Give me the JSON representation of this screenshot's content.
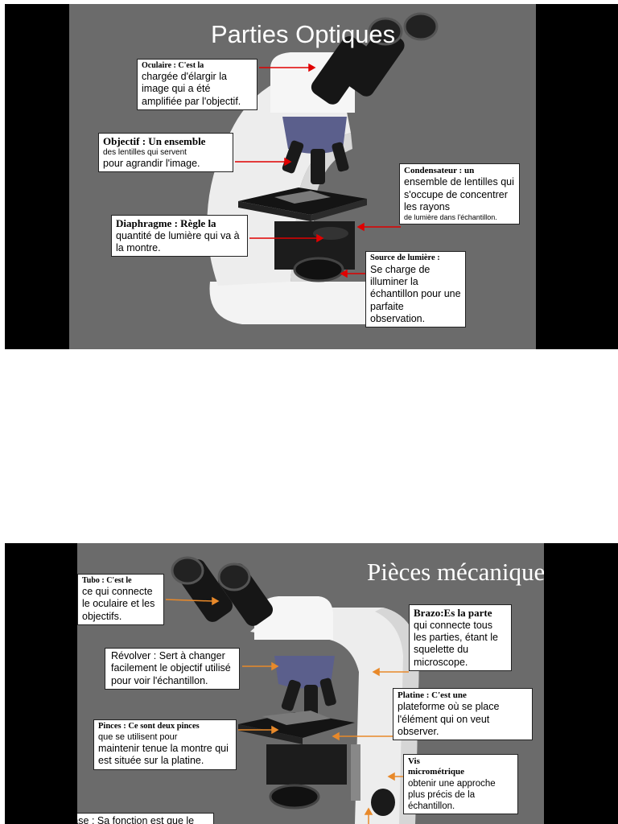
{
  "slide1": {
    "title": "Parties Optiques",
    "callouts": {
      "oculaire": {
        "head": "Oculaire : C'est la",
        "body": "chargée d'élargir la image qui a été amplifiée par l'objectif."
      },
      "objectif": {
        "head": "Objectif : Un ensemble",
        "body_small": "des lentilles qui servent",
        "body": "pour agrandir l'image."
      },
      "diaphragme": {
        "head": "Diaphragme : Règle la",
        "body": "quantité de lumière qui va à la montre."
      },
      "condensateur": {
        "head": "Condensateur : un",
        "body": "ensemble de lentilles qui s'occupe de concentrer les rayons",
        "body_small": "de lumière dans l'échantillon."
      },
      "source": {
        "head": "Source de lumière :",
        "body": "Se charge de illuminer la échantillon pour une parfaite observation."
      }
    }
  },
  "slide2": {
    "title": "Pièces mécaniques",
    "callouts": {
      "tubo": {
        "head": "Tubo : C'est le",
        "body": "ce qui connecte le oculaire et les objectifs."
      },
      "revolver": {
        "body": "Révolver : Sert à changer facilement le objectif utilisé pour voir l'échantillon."
      },
      "brazo": {
        "head": "Brazo:Es la parte",
        "body": "qui connecte tous les parties, étant le squelette du microscope."
      },
      "platine": {
        "head": "Platine : C'est une",
        "body": "plateforme où se place l'élément qui on veut observer."
      },
      "pinces": {
        "head": "Pinces : Ce sont deux pinces",
        "body_small": "que se utilisent pour",
        "body": "maintenir tenue la montre qui est située sur la platine."
      },
      "vis": {
        "head": "Vis micrométrique",
        "body": "obtenir une approche plus précis de la échantillon."
      },
      "base": {
        "body": "Base : Sa fonction est que le"
      }
    }
  },
  "colors": {
    "slide_bg": "#6b6b6b",
    "frame": "#000000",
    "arrow_optics": "#e00000",
    "arrow_mech": "#e8892a",
    "body_paint": "#f4f4f4",
    "nosepiece": "#5b5f8c"
  }
}
